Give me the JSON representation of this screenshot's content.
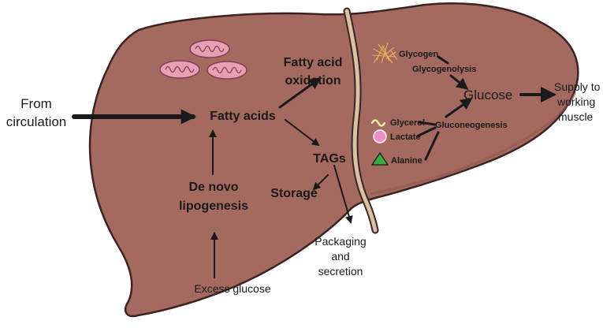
{
  "labels": {
    "from_circulation_line1": "From",
    "from_circulation_line2": "circulation",
    "fatty_acids": "Fatty acids",
    "fatty_acid_oxidation_line1": "Fatty acid",
    "fatty_acid_oxidation_line2": "oxidation",
    "tags": "TAGs",
    "storage": "Storage",
    "de_novo_line1": "De novo",
    "de_novo_line2": "lipogenesis",
    "excess_glucose": "Excess glucose",
    "packaging_line1": "Packaging",
    "packaging_line2": "and",
    "packaging_line3": "secretion",
    "glycogen": "Glycogen",
    "glycogenolysis": "Glycogenolysis",
    "glucose": "Glucose",
    "glycerol": "Glycerol",
    "lactate": "Lactate",
    "alanine": "Alanine",
    "gluconeogenesis": "Gluconeogenesis",
    "supply_line1": "Supply to",
    "supply_line2": "working",
    "supply_line3": "muscle"
  },
  "colors": {
    "liver_fill": "#a46a60",
    "liver_stroke": "#3b2421",
    "ligament": "#d9c2a4",
    "mitochondria": "#e6a0b4",
    "lactate_marker": "#f08fc6",
    "alanine_marker": "#3aa845",
    "glycerol_squiggle": "#f2e6a8",
    "glycogen_fibers": "#e8b25a",
    "arrow": "#1a1a1a"
  },
  "icons": {
    "mitochondria": "mitochondrion-icon",
    "glycogen": "glycogen-granule-icon",
    "glycerol": "glycerol-squiggle-icon",
    "lactate": "lactate-circle-icon",
    "alanine": "alanine-triangle-icon"
  }
}
